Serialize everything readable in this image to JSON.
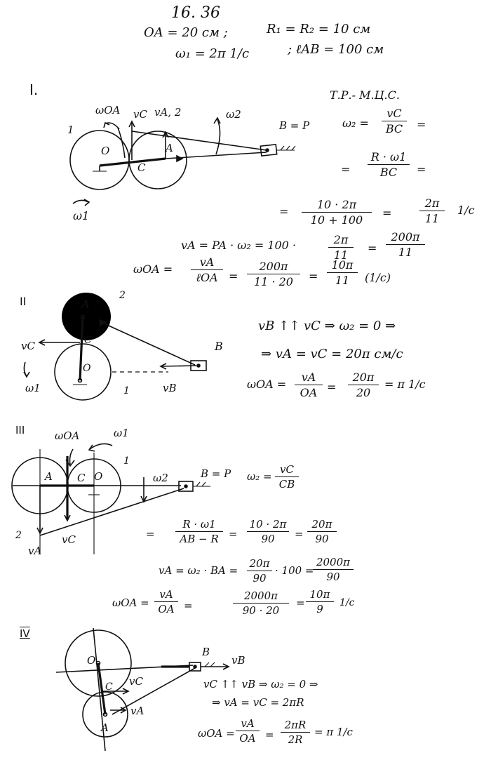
{
  "header": {
    "problem_number": "16. 36",
    "given_line1_a": "OA = 20 см ;",
    "given_line1_b": "R₁ = R₂ = 10 см",
    "given_line2_a": "ω₁ = 2π 1/с",
    "given_line2_b": "; ℓAB = 100 см"
  },
  "section1": {
    "roman": "I.",
    "method": "Т.Р.- М.Ц.С.",
    "labels": {
      "w_oa": "ωOA",
      "v_c": "vC",
      "v_a2": "vA, 2",
      "w2": "ω2",
      "b_eq_p": "B = P",
      "one": "1",
      "o": "O",
      "a": "A",
      "c": "C",
      "w1": "ω1"
    },
    "eq1": {
      "lhs": "ω₂ =",
      "num": "vC",
      "den": "BC",
      "rest": "="
    },
    "eq2": {
      "lhs": "=",
      "num": "R · ω1",
      "den": "BC",
      "rest": "="
    },
    "eq3": {
      "lhs": "=",
      "num": "10 · 2π",
      "den": "10 + 100",
      "mid": "=",
      "num2": "2π",
      "den2": "11",
      "unit": "1/с"
    },
    "eq4": {
      "lhs": "vA = PA · ω₂ = 100 ·",
      "num": "2π",
      "den": "11",
      "mid": "=",
      "num2": "200π",
      "den2": "11"
    },
    "eq5": {
      "lhs": "ωOA =",
      "num": "vA",
      "den": "ℓOA",
      "mid": "=",
      "num2": "200π",
      "den2": "11 · 20",
      "mid2": "=",
      "num3": "10π",
      "den3": "11",
      "unit": "(1/с)"
    }
  },
  "section2": {
    "roman": "II",
    "labels": {
      "a": "A",
      "two": "2",
      "c": "C",
      "vc": "vC",
      "o": "O",
      "w1": "ω1",
      "one": "1",
      "b": "B",
      "vb": "vB"
    },
    "eq1": "vB ↑↑ vC ⇒ ω₂ = 0 ⇒",
    "eq2": "⇒ vA = vC = 20π см/с",
    "eq3": {
      "lhs": "ωOA =",
      "num": "vA",
      "den": "OA",
      "mid": "=",
      "num2": "20π",
      "den2": "20",
      "rest": "= π 1/с"
    }
  },
  "section3": {
    "roman": "III",
    "labels": {
      "w_oa": "ωOA",
      "w1": "ω1",
      "one": "1",
      "a": "A",
      "c": "C",
      "o": "O",
      "w2": "ω2",
      "b_eq_p": "B = P",
      "two": "2",
      "va": "vA",
      "vc": "vC"
    },
    "eq1": {
      "lhs": "ω₂ =",
      "num": "vC",
      "den": "CB"
    },
    "eq2": {
      "lhs": "=",
      "num": "R · ω1",
      "den": "AB − R",
      "mid": "=",
      "num2": "10 · 2π",
      "den2": "90",
      "mid2": "=",
      "num3": "20π",
      "den3": "90"
    },
    "eq3": {
      "lhs": "vA = ω₂ · BA =",
      "num": "20π",
      "den": "90",
      "mid": "· 100 =",
      "num2": "2000π",
      "den2": "90"
    },
    "eq4": {
      "lhs": "ωOA =",
      "num": "vA",
      "den": "OA",
      "mid": "=",
      "num2": "2000π",
      "den2": "90 · 20",
      "mid2": "=",
      "num3": "10π",
      "den3": "9",
      "unit": "1/с"
    }
  },
  "section4": {
    "roman": "IV",
    "labels": {
      "o": "O",
      "c": "C",
      "vc": "vC",
      "a": "A",
      "va": "vA",
      "b": "B",
      "vb": "vB"
    },
    "eq1": "vC ↑↑ vB ⇒ ω₂ = 0 ⇒",
    "eq2": "⇒ vA = vC = 2πR",
    "eq3": {
      "lhs": "ωOA =",
      "num": "vA",
      "den": "OA",
      "mid": "=",
      "num2": "2πR",
      "den2": "2R",
      "rest": "= π 1/с"
    }
  }
}
